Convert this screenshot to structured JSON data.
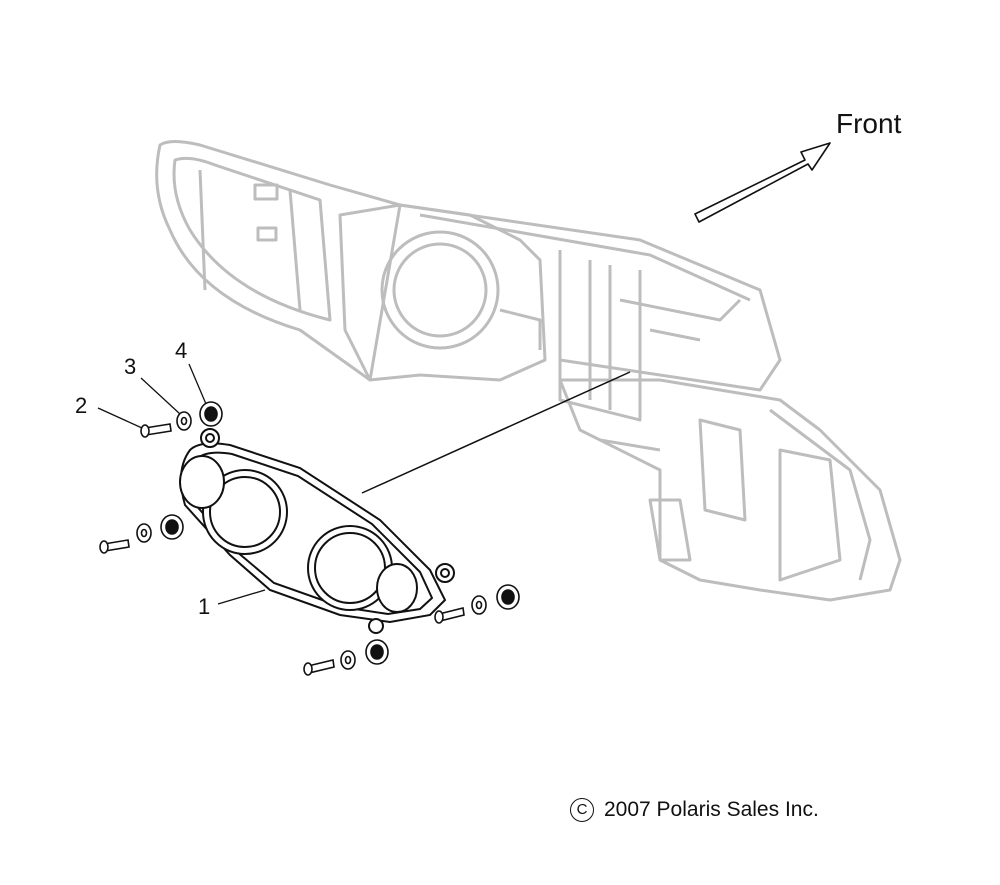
{
  "direction": {
    "label": "Front"
  },
  "callouts": [
    {
      "number": "1",
      "part": "instrument-cluster"
    },
    {
      "number": "2",
      "part": "screw"
    },
    {
      "number": "3",
      "part": "washer"
    },
    {
      "number": "4",
      "part": "grommet"
    }
  ],
  "copyright": {
    "symbol": "C",
    "text": "2007 Polaris Sales Inc."
  },
  "colors": {
    "ghost_frame": "#bdbdbd",
    "part_outline": "#111111",
    "background": "#ffffff"
  }
}
